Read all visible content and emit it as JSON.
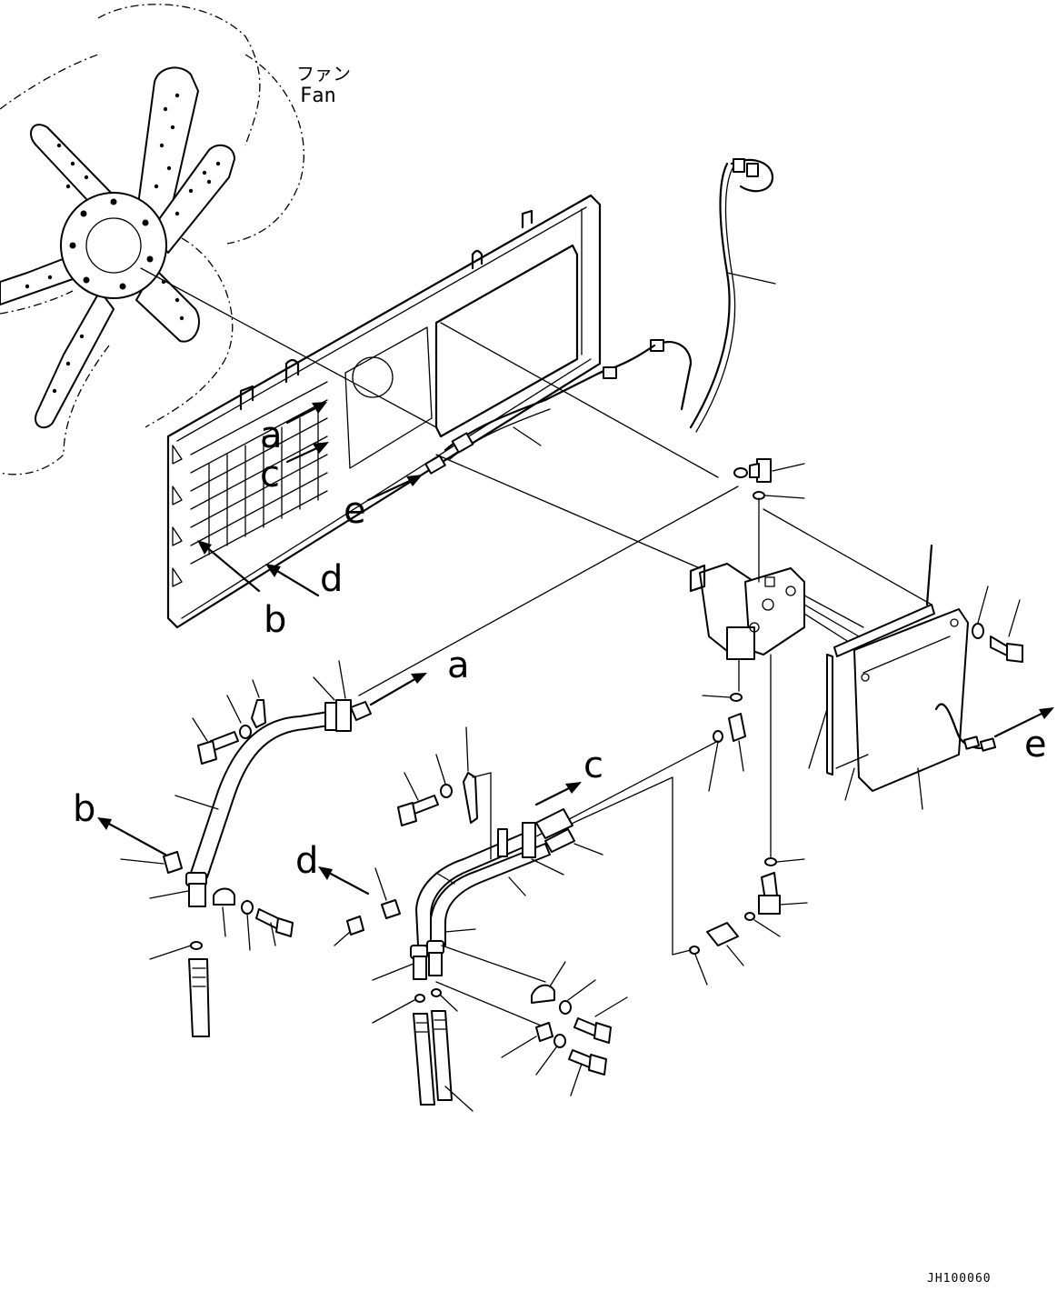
{
  "labels": {
    "fan_jp": "ファン",
    "fan_en": "Fan",
    "panel_a": "a",
    "panel_b": "b",
    "panel_c": "c",
    "panel_d": "d",
    "panel_e": "e",
    "pipe_a": "a",
    "pipe_b": "b",
    "pipe_c": "c",
    "pipe_d": "d",
    "harness_e": "e"
  },
  "drawing_code": "JH100060"
}
